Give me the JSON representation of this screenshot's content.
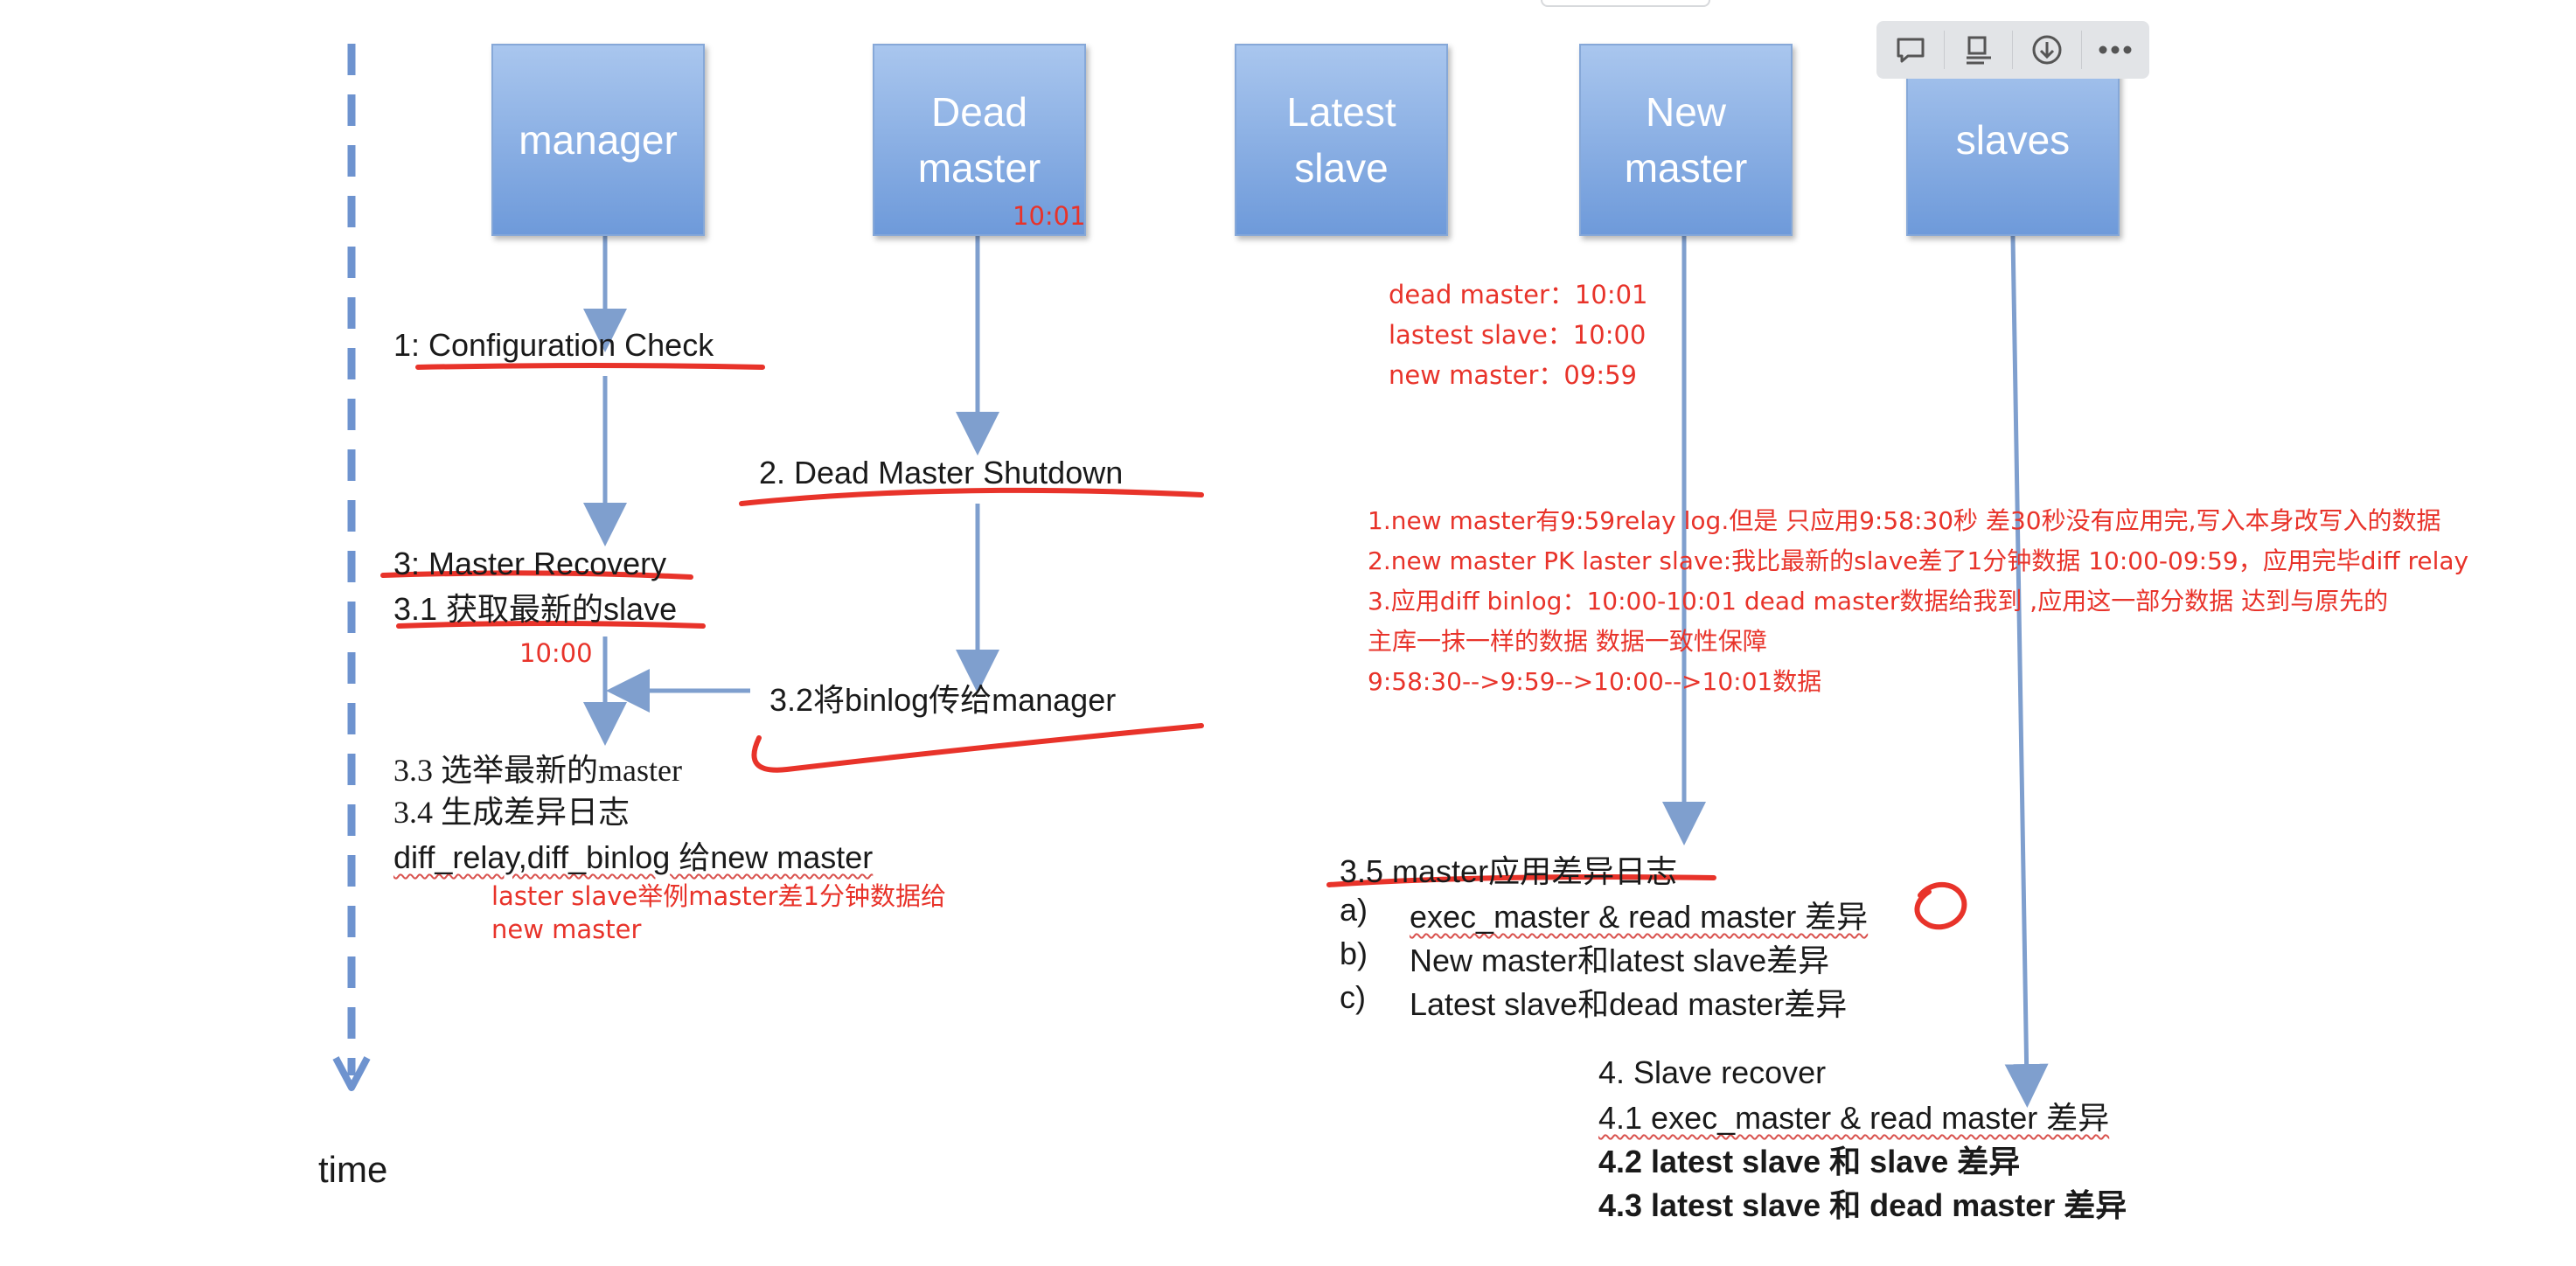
{
  "boxes": {
    "manager": "manager",
    "dead_master": "Dead\nmaster",
    "latest_slave": "Latest\nslave",
    "new_master": "New\nmaster",
    "slaves": "slaves"
  },
  "time_label": "time",
  "steps": {
    "s1": "1: Configuration Check",
    "s2": "2. Dead Master Shutdown",
    "s3": "3: Master Recovery",
    "s3_1": "3.1 获取最新的slave",
    "s3_2": "3.2将binlog传给manager",
    "s3_3": "3.3  选举最新的master",
    "s3_4": "3.4  生成差异日志",
    "s3_4b": "diff_relay,diff_binlog 给new master",
    "s3_5": "3.5 master应用差异日志",
    "s3_5a_mark": "a)",
    "s3_5a": "exec_master & read master 差异",
    "s3_5b_mark": "b)",
    "s3_5b": "New master和latest slave差异",
    "s3_5c_mark": "c)",
    "s3_5c": "Latest slave和dead master差异",
    "s4": "4. Slave recover",
    "s4_1": "4.1 exec_master & read master 差异",
    "s4_2": "4.2 latest slave 和 slave 差异",
    "s4_3": "4.3 latest slave 和 dead master 差异"
  },
  "annotations": {
    "dead_time": "10:01",
    "latest_time": "10:00",
    "times_dead": "dead master：10:01",
    "times_latest": "lastest slave：10:00",
    "times_new": "new master：09:59",
    "note1": "1.new master有9:59relay log.但是 只应用9:58:30秒 差30秒没有应用完,写入本身改写入的数据",
    "note2": "2.new master PK laster slave:我比最新的slave差了1分钟数据 10:00-09:59，应用完毕diff relay",
    "note3": "3.应用diff binlog：10:00-10:01 dead master数据给我到 ,应用这一部分数据 达到与原先的",
    "note4": "主库一抹一样的数据   数据一致性保障",
    "note5": "9:58:30-->9:59-->10:00-->10:01数据",
    "laster_note1": "laster slave举例master差1分钟数据给",
    "laster_note2": "new master"
  },
  "toolbar": [
    "comment-icon",
    "outline-icon",
    "download-icon",
    "more-icon"
  ],
  "colors": {
    "box_top": "#a9c6ee",
    "box_bottom": "#6e9ada",
    "arrow": "#7f9fce",
    "annotation_red": "#e8332a"
  }
}
